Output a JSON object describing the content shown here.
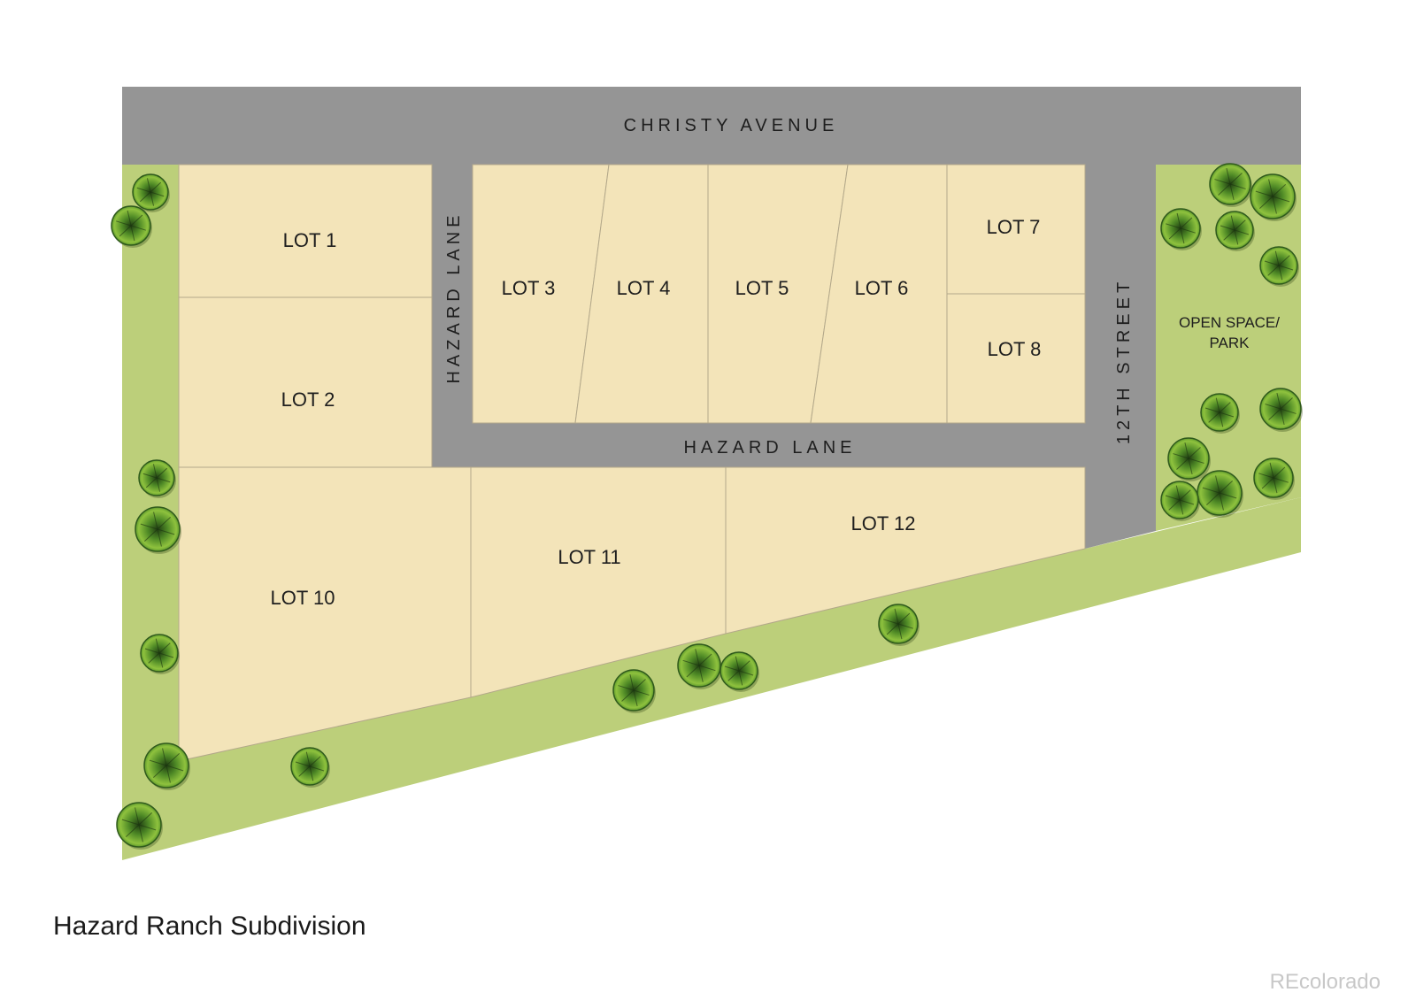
{
  "colors": {
    "road": "#959595",
    "lot": "#f3e4b9",
    "lot_line": "#b3a88a",
    "green": "#bccf7a",
    "tree_dark": "#2f5a1c",
    "tree_light": "#8fc23e"
  },
  "streets": {
    "christy_avenue": "CHRISTY AVENUE",
    "hazard_lane_vertical": "HAZARD LANE",
    "hazard_lane_horizontal": "HAZARD LANE",
    "twelfth_street": "12TH STREET"
  },
  "lots": {
    "lot1": "LOT 1",
    "lot2": "LOT 2",
    "lot3": "LOT 3",
    "lot4": "LOT 4",
    "lot5": "LOT 5",
    "lot6": "LOT 6",
    "lot7": "LOT 7",
    "lot8": "LOT 8",
    "lot10": "LOT 10",
    "lot11": "LOT 11",
    "lot12": "LOT 12"
  },
  "open_space": {
    "line1": "OPEN SPACE/",
    "line2": "PARK"
  },
  "icons": {
    "tree": "tree-icon"
  },
  "caption": "Hazard Ranch Subdivision",
  "watermark": "REcolorado"
}
